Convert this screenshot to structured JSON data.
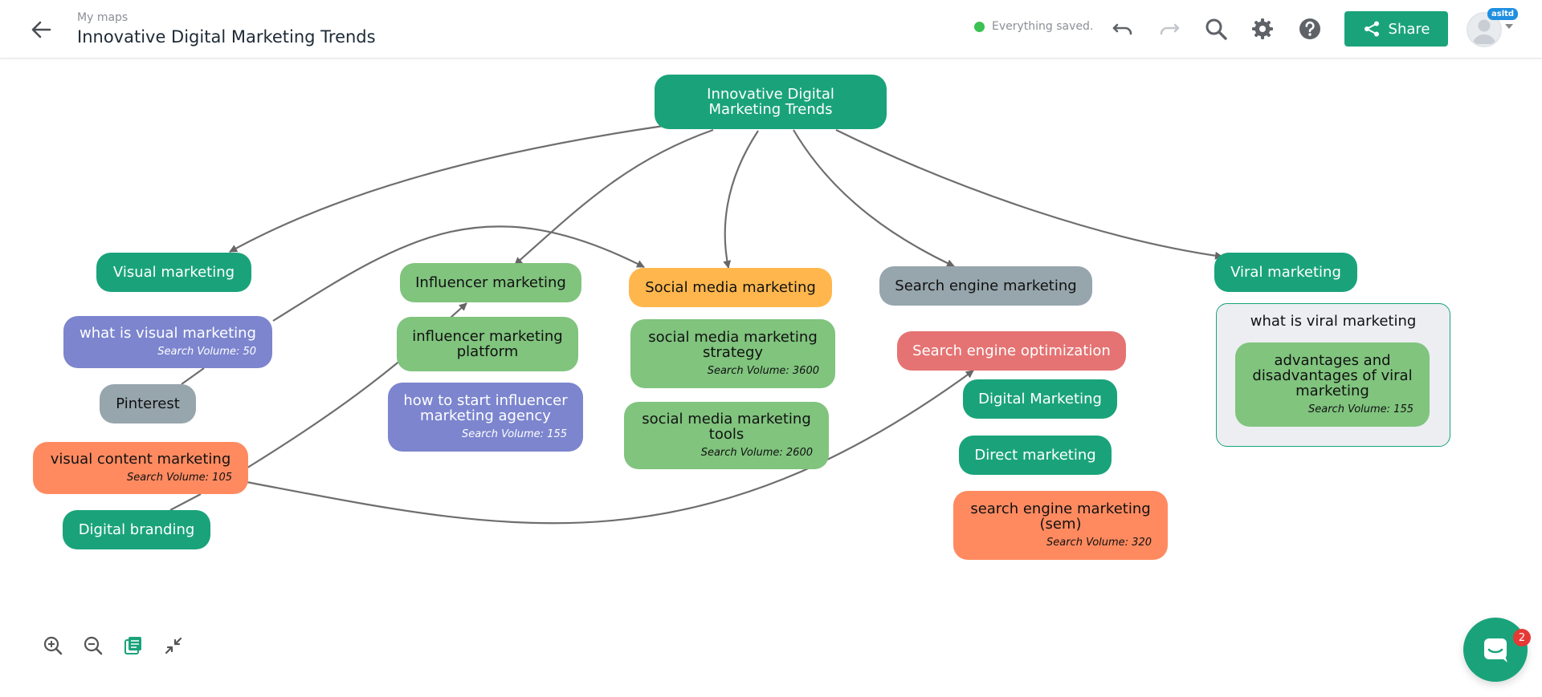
{
  "header": {
    "breadcrumb": "My maps",
    "title": "Innovative Digital Marketing Trends",
    "status_text": "Everything saved.",
    "share_label": "Share",
    "avatar_badge": "asltd"
  },
  "colors": {
    "brand": "#1aa37a",
    "status_dot": "#3cc152",
    "icon": "#5f6368"
  },
  "nodes": {
    "root": {
      "label": "Innovative Digital Marketing Trends"
    },
    "visual_marketing": {
      "label": "Visual marketing"
    },
    "what_is_visual": {
      "label": "what is visual marketing",
      "meta": "Search Volume: 50"
    },
    "pinterest": {
      "label": "Pinterest"
    },
    "visual_content": {
      "label": "visual content marketing",
      "meta": "Search Volume: 105"
    },
    "digital_branding": {
      "label": "Digital branding"
    },
    "influencer_marketing": {
      "label": "Influencer marketing"
    },
    "influencer_platform": {
      "label": "influencer marketing platform"
    },
    "influencer_agency": {
      "label": "how to start influencer marketing agency",
      "meta": "Search Volume: 155"
    },
    "social_media": {
      "label": "Social media marketing"
    },
    "sm_strategy": {
      "label": "social media marketing strategy",
      "meta": "Search Volume: 3600"
    },
    "sm_tools": {
      "label": "social media marketing tools",
      "meta": "Search Volume: 2600"
    },
    "sem": {
      "label": "Search engine marketing"
    },
    "seo": {
      "label": "Search engine optimization"
    },
    "digital_marketing": {
      "label": "Digital Marketing"
    },
    "direct_marketing": {
      "label": "Direct marketing"
    },
    "sem_kw": {
      "label": "search engine marketing (sem)",
      "meta": "Search Volume: 320"
    },
    "viral": {
      "label": "Viral marketing"
    },
    "viral_group_title": {
      "label": "what is viral marketing"
    },
    "viral_adv": {
      "label": "advantages and disadvantages of viral marketing",
      "meta": "Search Volume: 155"
    }
  },
  "chat": {
    "badge_count": "2"
  }
}
